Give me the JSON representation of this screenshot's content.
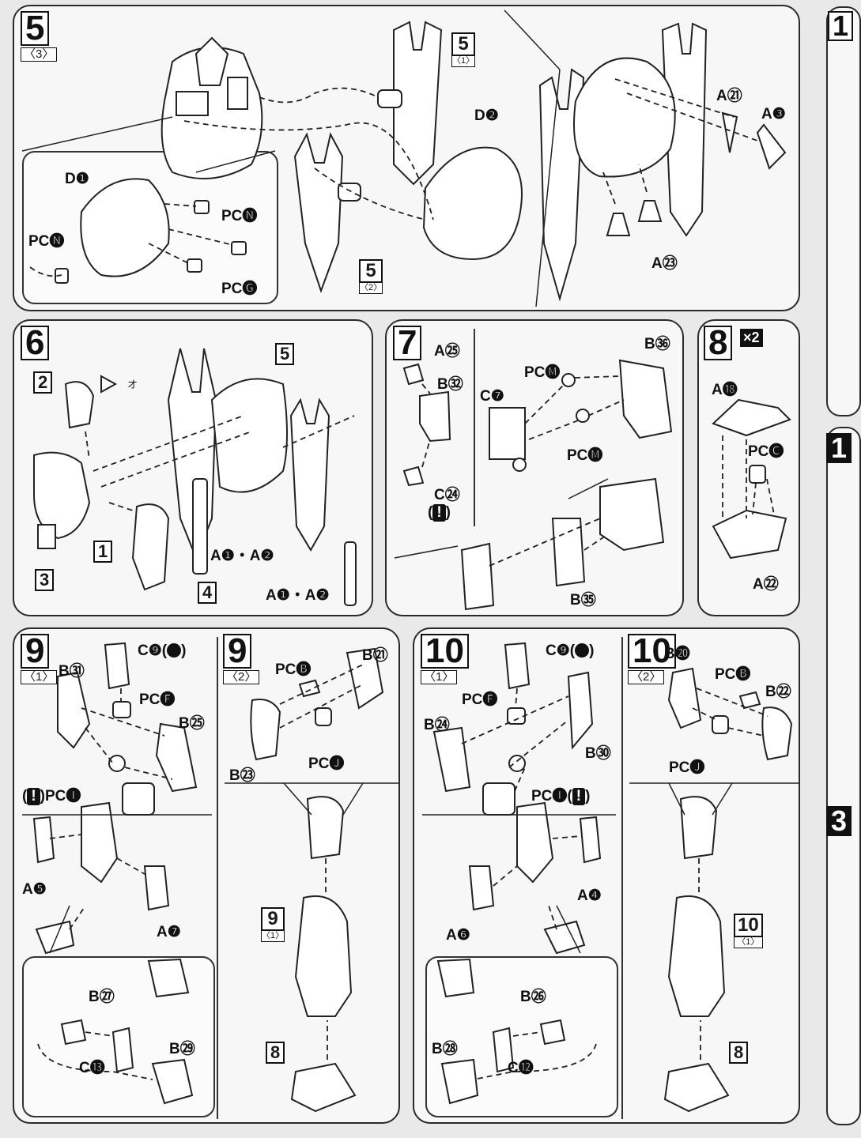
{
  "steps": {
    "s5": {
      "num": "5",
      "sub": "〈3〉",
      "labels": {
        "d1": "D❶",
        "pcn1": "PC🅝",
        "pcn2": "PC🅝",
        "pcg": "PC🅖",
        "d2": "D❷",
        "a21": "A㉑",
        "a3": "A❸",
        "a23": "A㉓"
      },
      "refs": [
        {
          "n": "5",
          "s": "〈1〉"
        },
        {
          "n": "5",
          "s": "〈2〉"
        }
      ]
    },
    "s6": {
      "num": "6",
      "labels": {
        "a12_top": "A❶・A❷",
        "a12_bot": "A❶・A❷",
        "glue": "オ"
      },
      "boxes": {
        "b5": "5",
        "b2": "2",
        "b1": "1",
        "b3": "3",
        "b4": "4"
      }
    },
    "s7": {
      "num": "7",
      "labels": {
        "a25": "A㉕",
        "b32": "B㉜",
        "c24": "C㉔",
        "b36": "B㊱",
        "pcm1": "PC🅜",
        "c7": "C❼",
        "pcm2": "PC🅜",
        "b35": "B㉟",
        "excl": "!"
      }
    },
    "s8": {
      "num": "8",
      "mult": "×2",
      "labels": {
        "a18": "A⓲",
        "pcc": "PC🅒",
        "a22": "A㉒"
      }
    },
    "s9_1": {
      "num": "9",
      "sub": "〈1〉",
      "labels": {
        "b31": "B㉛",
        "c9": "C❾(",
        "pcf": "PC🅕",
        "b25": "B㉕",
        "pci": "PC🅘",
        "a5": "A❺",
        "a7": "A❼",
        "b27": "B㉗",
        "b29": "B㉙",
        "c13": "C⓭",
        "excl": "!"
      }
    },
    "s9_2": {
      "num": "9",
      "sub": "〈2〉",
      "labels": {
        "pcb": "PC🅑",
        "b21": "B㉑",
        "b23": "B㉓",
        "pcj": "PC🅙"
      },
      "refs": [
        {
          "n": "9",
          "s": "〈1〉"
        }
      ],
      "boxes": {
        "b8": "8"
      }
    },
    "s10_1": {
      "num": "10",
      "sub": "〈1〉",
      "labels": {
        "c9": "C❾(",
        "pcf": "PC🅕",
        "b24": "B㉔",
        "b30": "B㉚",
        "pci": "PC🅘(",
        "a4": "A❹",
        "a6": "A❻",
        "b26": "B㉖",
        "b28": "B㉘",
        "c12": "C⓬",
        "excl": "!"
      }
    },
    "s10_2": {
      "num": "10",
      "sub": "〈2〉",
      "labels": {
        "b20": "B⓴",
        "pcb": "PC🅑",
        "b22": "B㉒",
        "pcj": "PC🅙"
      },
      "refs": [
        {
          "n": "10",
          "s": "〈1〉"
        }
      ],
      "boxes": {
        "b8": "8"
      }
    }
  },
  "right_edge": {
    "n1": "1",
    "n2": "1",
    "n3": "3"
  }
}
